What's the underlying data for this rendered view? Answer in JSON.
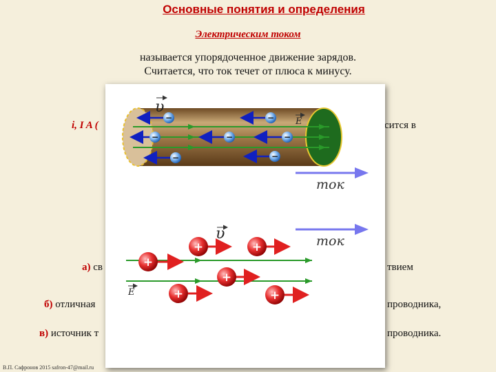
{
  "header": {
    "title": "Основные понятия и определения",
    "subtitle": "Электрическим током",
    "definition_line1": "называется упорядоченное движение зарядов.",
    "definition_line2": "Считается, что ток течет от плюса к минусу."
  },
  "behind_panel": {
    "current_symbol": "i, I A (",
    "units_fragment": "сится в",
    "item_a_label": "а)",
    "item_a_fragment": "св",
    "item_a_tail": "твием",
    "item_b_label": "б)",
    "item_b_fragment": "отличная",
    "item_b_tail": "проводника,",
    "item_v_label": "в)",
    "item_v_fragment": "источник т",
    "item_v_tail": "проводника."
  },
  "figure": {
    "velocity_label": "υ",
    "field_label": "E",
    "current_label": "ток",
    "minus_sign": "−",
    "plus_sign": "+"
  },
  "colors": {
    "title": "#c00000",
    "background": "#f5efdc",
    "field_line": "#2a9a2a",
    "electron_arrow": "#1020c0",
    "current_arrow": "#7777ee",
    "proton_arrow": "#e02020"
  },
  "footer": {
    "credit": "В.П. Сафронов 2015 safron-47@mail.ru"
  }
}
